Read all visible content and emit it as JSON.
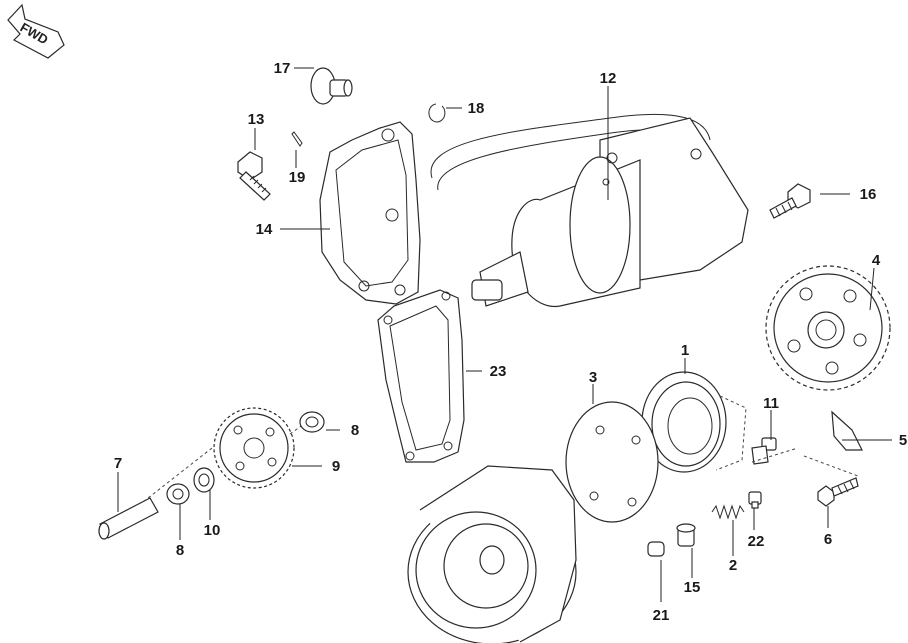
{
  "fwd_label": "FWD",
  "callouts": [
    "1",
    "2",
    "3",
    "4",
    "5",
    "6",
    "7",
    "8",
    "8",
    "9",
    "10",
    "11",
    "12",
    "13",
    "14",
    "15",
    "16",
    "17",
    "18",
    "19",
    "21",
    "22",
    "23"
  ]
}
